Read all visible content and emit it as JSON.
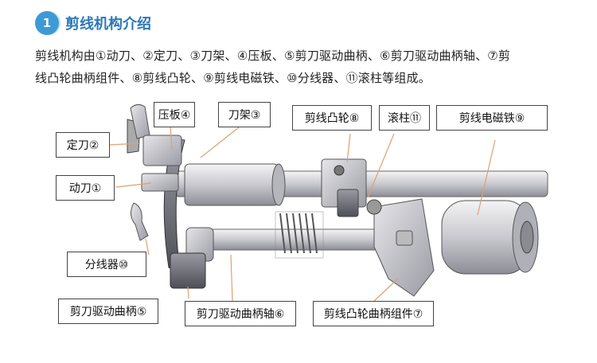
{
  "header": {
    "number": "1",
    "title": "剪线机构介绍"
  },
  "description": {
    "line1": "剪线机构由①动刀、②定刀、③刀架、④压板、⑤剪刀驱动曲柄、⑥剪刀驱动曲柄轴、⑦剪",
    "line2": "线凸轮曲柄组件、⑧剪线凸轮、⑨剪线电磁铁、⑩分线器、⑪滚柱等组成。"
  },
  "labels": {
    "pressure_plate": "压板④",
    "knife_holder": "刀架③",
    "cam": "剪线凸轮⑧",
    "roller": "滚柱⑪",
    "solenoid": "剪线电磁铁⑨",
    "fixed_knife": "定刀②",
    "moving_knife": "动刀①",
    "thread_separator": "分线器⑩",
    "drive_crank": "剪刀驱动曲柄⑤",
    "crank_shaft": "剪刀驱动曲柄轴⑥",
    "cam_crank_assembly": "剪线凸轮曲柄组件⑦"
  },
  "colors": {
    "badge": "#3d9ad6",
    "title": "#2b78b8"
  }
}
